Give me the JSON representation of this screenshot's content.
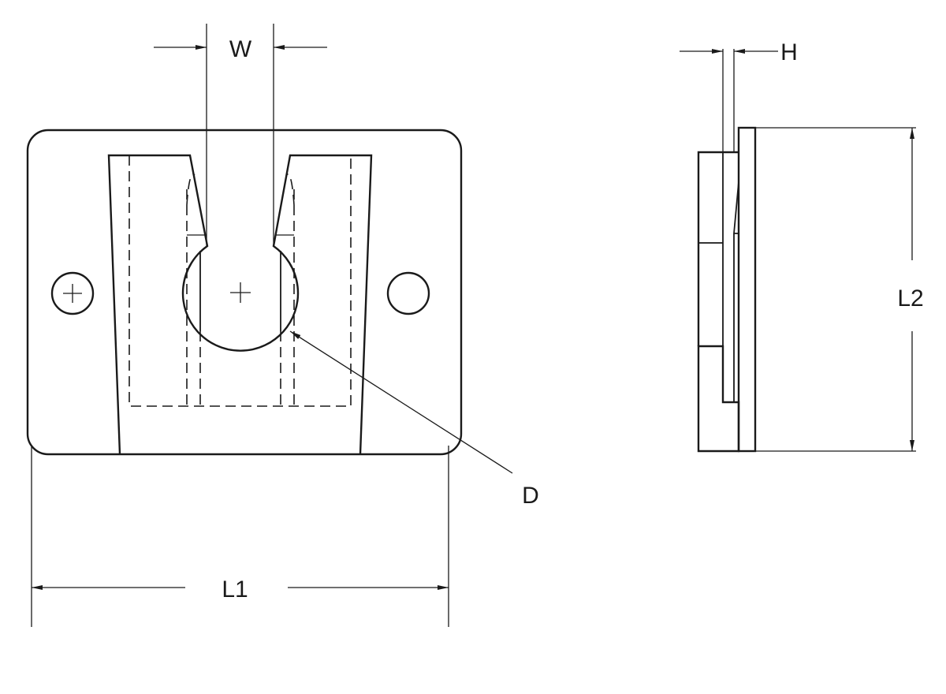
{
  "dimensions": {
    "width_label": "W",
    "thickness_label": "H",
    "length1_label": "L1",
    "length2_label": "L2",
    "diameter_label": "D"
  },
  "colors": {
    "line": "#1a1a1a",
    "background": "#ffffff"
  }
}
